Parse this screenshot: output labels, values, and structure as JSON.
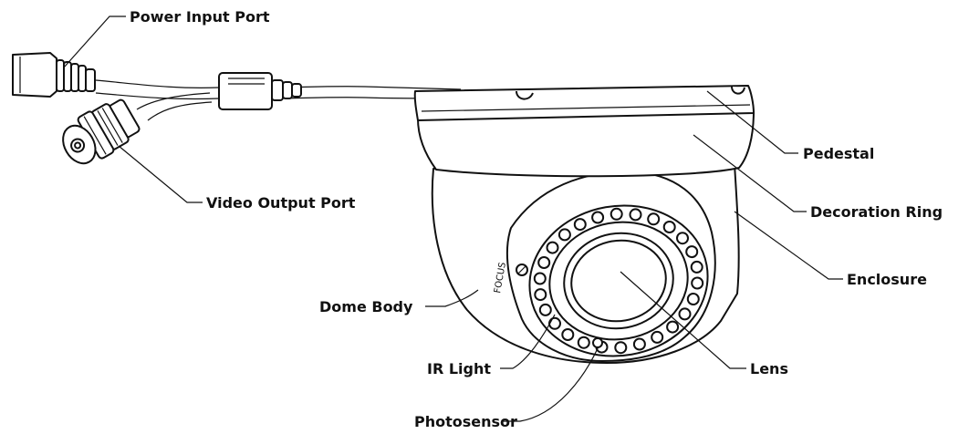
{
  "diagram": {
    "labels": {
      "power_input_port": "Power Input Port",
      "video_output_port": "Video Output Port",
      "pedestal": "Pedestal",
      "decoration_ring": "Decoration Ring",
      "enclosure": "Enclosure",
      "dome_body": "Dome Body",
      "ir_light": "IR Light",
      "lens": "Lens",
      "photosensor": "Photosensor"
    },
    "body_mark": "FOCUS"
  }
}
